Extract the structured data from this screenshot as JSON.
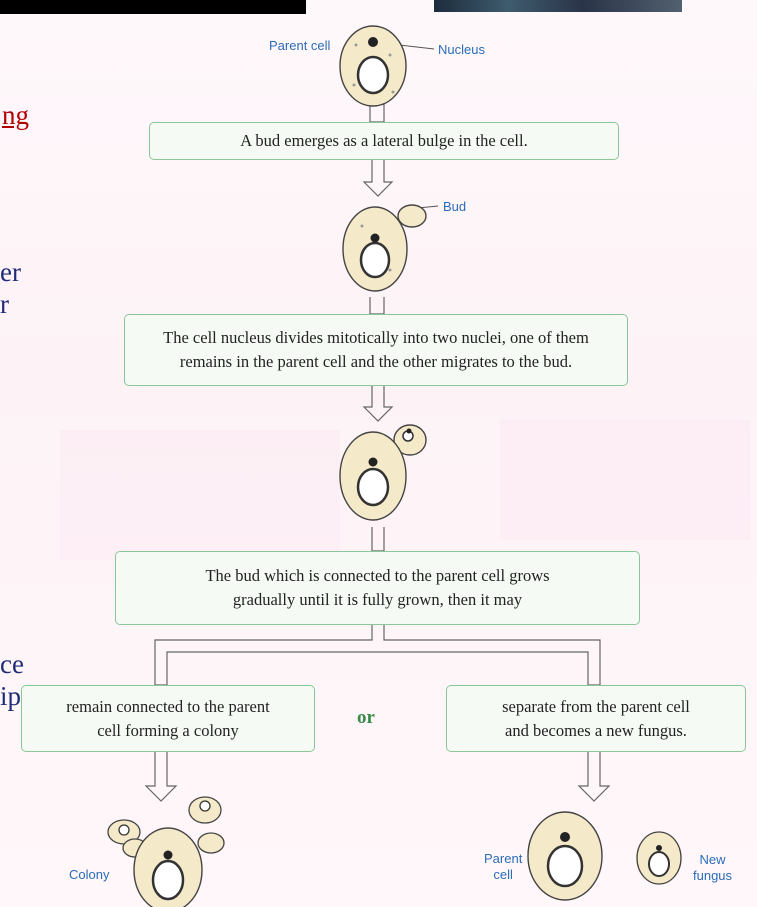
{
  "left_fragments": {
    "link_fragment": "ng",
    "line1": "er",
    "line2": "r",
    "line3": "ce",
    "line4": "ip"
  },
  "labels": {
    "parent_cell_top": "Parent cell",
    "nucleus": "Nucleus",
    "bud": "Bud",
    "colony": "Colony",
    "parent_cell_bottom_1": "Parent",
    "parent_cell_bottom_2": "cell",
    "new_fungus_1": "New",
    "new_fungus_2": "fungus"
  },
  "steps": {
    "step1": "A bud emerges as a lateral bulge in the cell.",
    "step2_line1": "The cell nucleus divides mitotically into two nuclei, one of them",
    "step2_line2": "remains in the parent cell and the other migrates to the bud.",
    "step3_line1": "The bud which is connected to the parent cell grows",
    "step3_line2": "gradually until it is fully grown, then it may",
    "option_left_line1": "remain connected to the parent",
    "option_left_line2": "cell forming a colony",
    "option_right_line1": "separate from the parent cell",
    "option_right_line2": "and becomes a new fungus.",
    "or": "or"
  },
  "colors": {
    "box_border": "#8dc59a",
    "box_fill": "#f5fbf4",
    "label_blue": "#2b6cb8",
    "cell_fill": "#f4e9c8",
    "left_text": "#1f2c77",
    "link_red": "#b00000",
    "or_green": "#3a8a4a"
  }
}
